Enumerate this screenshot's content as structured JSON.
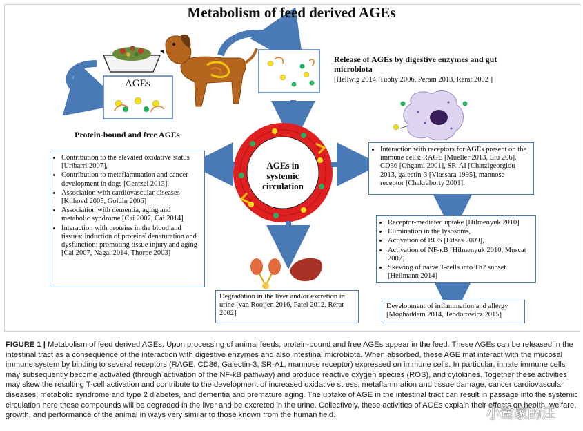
{
  "title": "Metabolism of feed derived AGEs",
  "ages_box_label": "AGEs",
  "protein_bound_label": "Protein-bound and free AGEs",
  "release_title": "Release of AGEs by digestive enzymes and gut microbiota",
  "release_refs": "[Hellwig 2014, Tuohy 2006, Peram 2013, Rérat 2002 ]",
  "center_label": "AGEs in systemic circulation",
  "left_box": [
    "Contribution to the elevated oxidative status [Uribarri 2007],",
    "Contribution to metaflammation and cancer development in dogs [Gentzel 2013],",
    "Association with cardiovascular diseases [Kilhovd 2005, Goldin 2006]",
    "Association with dementia, aging and metabolic syndrome [Cai 2007, Cai 2014]",
    "Interaction with proteins in the blood and tissues: induction of proteins' denaturation and dysfunction; promoting tissue injury and aging [Cai 2007, Nagai 2014, Thorpe 2003]"
  ],
  "right_top_box": [
    "Interaction with receptors for AGEs present on the immune cells: RAGE [Mueller 2013, Liu 206], CD36 [Ohgami 2001], SR-AI [Chatzigeorgiou 2013, galectin-3 [Vlassara 1995], mannose receptor [Chakraborty 2001]."
  ],
  "right_mid_box": [
    "Receptor-mediated uptake [Hilmenyuk 2010]",
    "Elimination in the lysosoms,",
    "Activation of ROS [Edeas 2009],",
    "Activation of NF-κB [Hilmenyuk 2010, Muscat 2007]",
    "Skewing of naive T-cells into Th2 subset [Heilmann 2014]"
  ],
  "right_bottom_box": "Development of inflammation and allergy [Moghaddam 2014, Teodorowicz 2015]",
  "bottom_center_box": "Degradation in the liver and/or excretion in urine [van Rooijen 2016, Patel 2012, Rérat 2002]",
  "caption": {
    "label": "FIGURE 1 |",
    "text": " Metabolism of feed derived AGEs. Upon processing of animal feeds, protein-bound and free AGEs appear in the feed. These AGEs can be released in the intestinal tract as a consequence of the interaction with digestive enzymes and also intestinal microbiota. When absorbed, these AGE mat interact with the mucosal immune system by binding to several receptors (RAGE, CD36, Galectin-3, SR-A1, mannose receptor) expressed on immune cells. In particular, innate immune cells may subsequently become activated (through activation of the NF-kB pathway) and produce reactive oxygen species (ROS), and cytokines. Together these activities may skew the resulting T-cell activation and contribute to the development of increased oxidative stress, metaflammation and tissue damage, cancer cardiovascular diseases, metabolic syndrome and type 2 diabetes, and dementia and premature aging. The uptake of AGE in the intestinal tract can result in passage into the systemic circulation here these compounds will be degraded in the liver and be excreted in the urine. Collectively, these activities of AGEs explain their effects on health, welfare, growth, and performance of the animal in ways very similar to those known from the human field."
  },
  "watermark": "小鹭家的汪",
  "colors": {
    "arrow": "#4a7ab5",
    "ring": "#e02020",
    "box_border": "#4a7ab5"
  }
}
